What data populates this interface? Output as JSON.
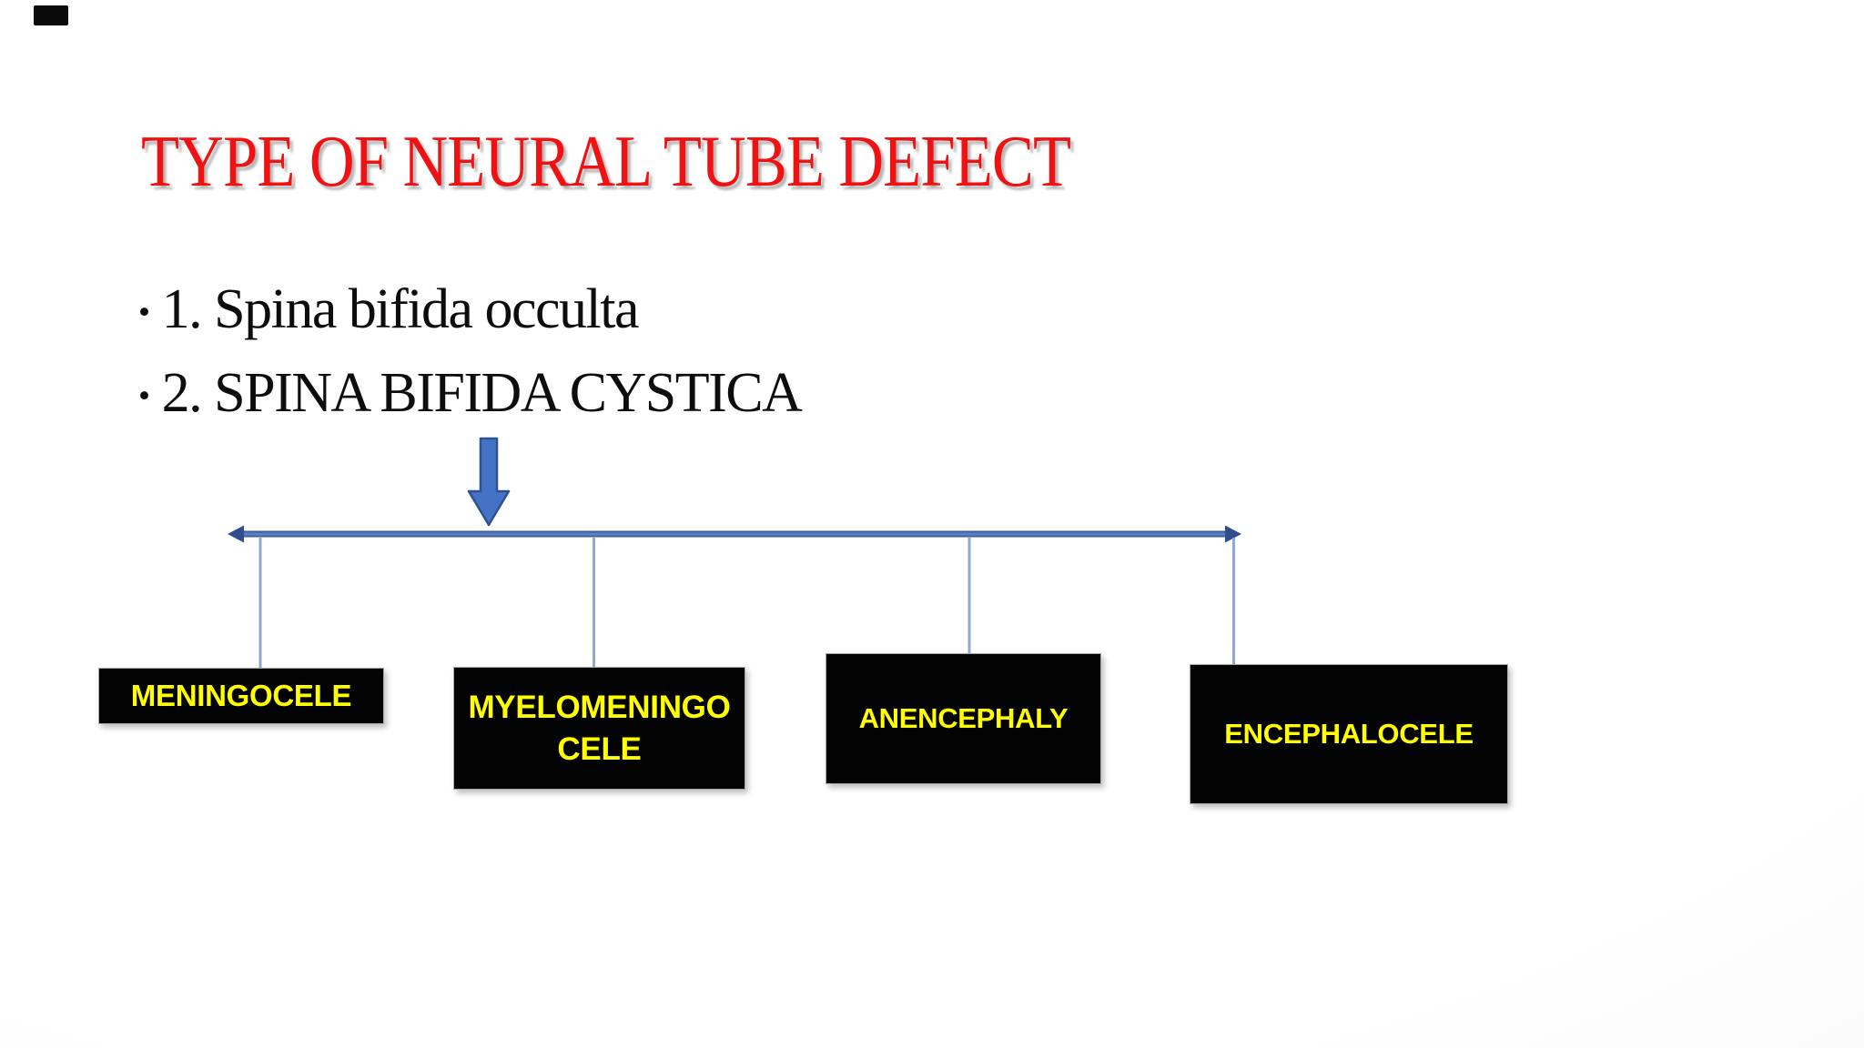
{
  "slide": {
    "title": "TYPE OF NEURAL TUBE DEFECT",
    "bullets": [
      {
        "marker": "•",
        "text": "1. Spina bifida occulta"
      },
      {
        "marker": "•",
        "text": "2. SPINA BIFIDA CYSTICA"
      }
    ]
  },
  "diagram": {
    "boxes": [
      {
        "id": "meningocele",
        "lines": [
          "MENINGOCELE"
        ]
      },
      {
        "id": "myelomeningocele",
        "lines": [
          "MYELOMENINGO",
          "CELE"
        ]
      },
      {
        "id": "anencephaly",
        "lines": [
          "ANENCEPHALY"
        ]
      },
      {
        "id": "encephalocele",
        "lines": [
          "ENCEPHALOCELE"
        ]
      }
    ]
  },
  "colors": {
    "title_red": "#F01212",
    "block_arrow_fill": "#4472C4",
    "block_arrow_border": "#2F528F",
    "double_arrow_dark": "#2E4E8E",
    "double_arrow_light": "#5F82C6",
    "connector_light_blue": "#8FA9D2",
    "box_background": "#030303",
    "box_text_yellow": "#FFFF00"
  }
}
